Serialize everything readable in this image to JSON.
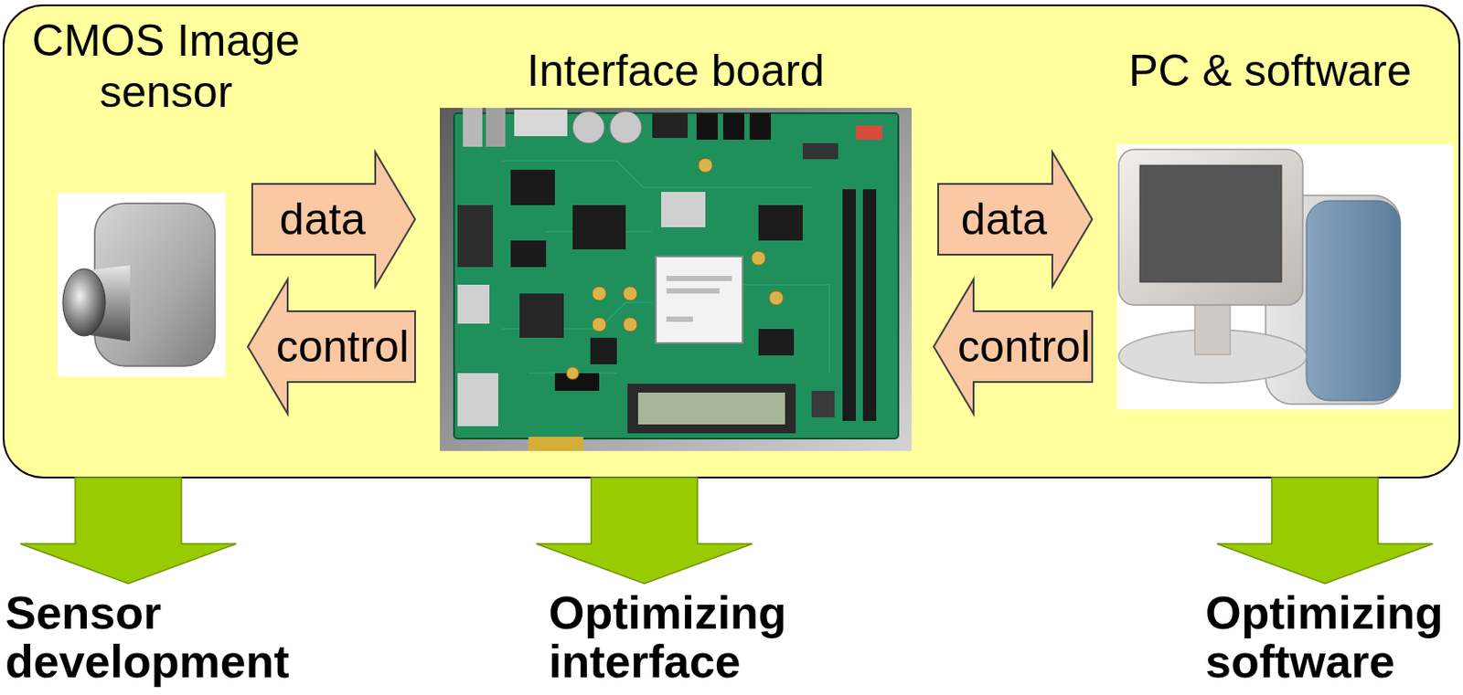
{
  "diagram": {
    "nodes": [
      {
        "text": [
          "CMOS Image sensor"
        ]
      },
      {
        "text": [
          "Interface board"
        ]
      },
      {
        "text": [
          "PC & software"
        ]
      },
      {
        "text": [
          "Sensor development"
        ]
      },
      {
        "text": [
          "Optimizing interface"
        ]
      },
      {
        "text": [
          "Optimizing software"
        ]
      }
    ],
    "edges": [
      {
        "from": 0,
        "to": 1,
        "label": "data",
        "arrow": "to"
      },
      {
        "from": 1,
        "to": 0,
        "label": "control",
        "arrow": "to"
      },
      {
        "from": 1,
        "to": 2,
        "label": "data",
        "arrow": "to"
      },
      {
        "from": 2,
        "to": 1,
        "label": "control",
        "arrow": "to"
      },
      {
        "from": 0,
        "to": 3,
        "arrow": "to"
      },
      {
        "from": 1,
        "to": 4,
        "arrow": "to"
      },
      {
        "from": 2,
        "to": 5,
        "arrow": "to"
      }
    ]
  }
}
